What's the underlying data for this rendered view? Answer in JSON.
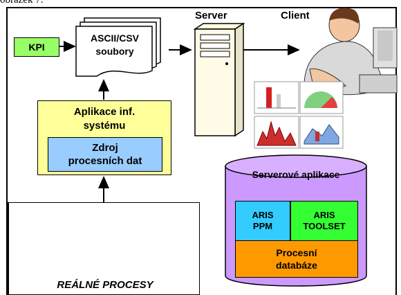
{
  "caption": "obrázek 7.",
  "kpi": "KPI",
  "files": {
    "line1": "ASCII/CSV",
    "line2": "soubory"
  },
  "server": "Server",
  "client": "Client",
  "app": {
    "line1": "Aplikace inf.",
    "line2": "systému"
  },
  "source": {
    "line1": "Zdroj",
    "line2": "procesních dat"
  },
  "server_apps": {
    "title": "Serverové aplikace",
    "ppm": {
      "line1": "ARIS",
      "line2": "PPM"
    },
    "toolset": {
      "line1": "ARIS",
      "line2": "TOOLSET"
    },
    "db": {
      "line1": "Procesní",
      "line2": "databáze"
    }
  },
  "real": "REÁLNÉ PROCESY",
  "colors": {
    "kpi": "#99ff66",
    "app": "#ffff99",
    "source": "#99ccff",
    "cylinder": "#cc99ff",
    "ppm": "#33ccff",
    "toolset": "#33ff33",
    "db": "#ff9900"
  }
}
